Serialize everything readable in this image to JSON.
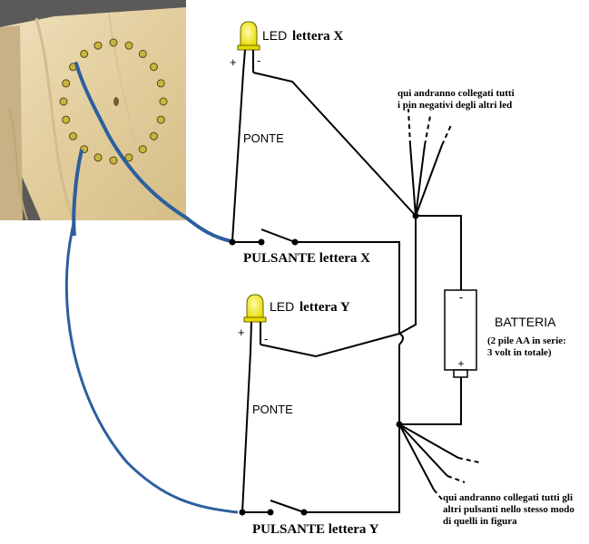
{
  "labels": {
    "led_x_prefix": "LED",
    "led_x_name": "lettera X",
    "led_y_prefix": "LED",
    "led_y_name": "lettera Y",
    "plus_x": "+",
    "minus_x": "-",
    "plus_y": "+",
    "minus_y": "-",
    "ponte_x": "PONTE",
    "ponte_y": "PONTE",
    "pulsante_x": "PULSANTE  lettera X",
    "pulsante_y": "PULSANTE  lettera Y",
    "note_negativi_1": "qui andranno collegati tutti",
    "note_negativi_2": "i pin negativi degli altri led",
    "batteria": "BATTERIA",
    "batteria_note_1": "(2 pile AA in serie:",
    "batteria_note_2": "3 volt in totale)",
    "batt_minus": "-",
    "batt_plus": "+",
    "note_pulsanti_1": "qui andranno collegati tutti gli",
    "note_pulsanti_2": "altri pulsanti nello stesso modo",
    "note_pulsanti_3": "di quelli in figura"
  },
  "colors": {
    "wire": "#000000",
    "blue_wire": "#2c5f9e",
    "led_yellow": "#f7f21a",
    "wood_light": "#e6d3a8",
    "wood_dark": "#cbb487"
  }
}
